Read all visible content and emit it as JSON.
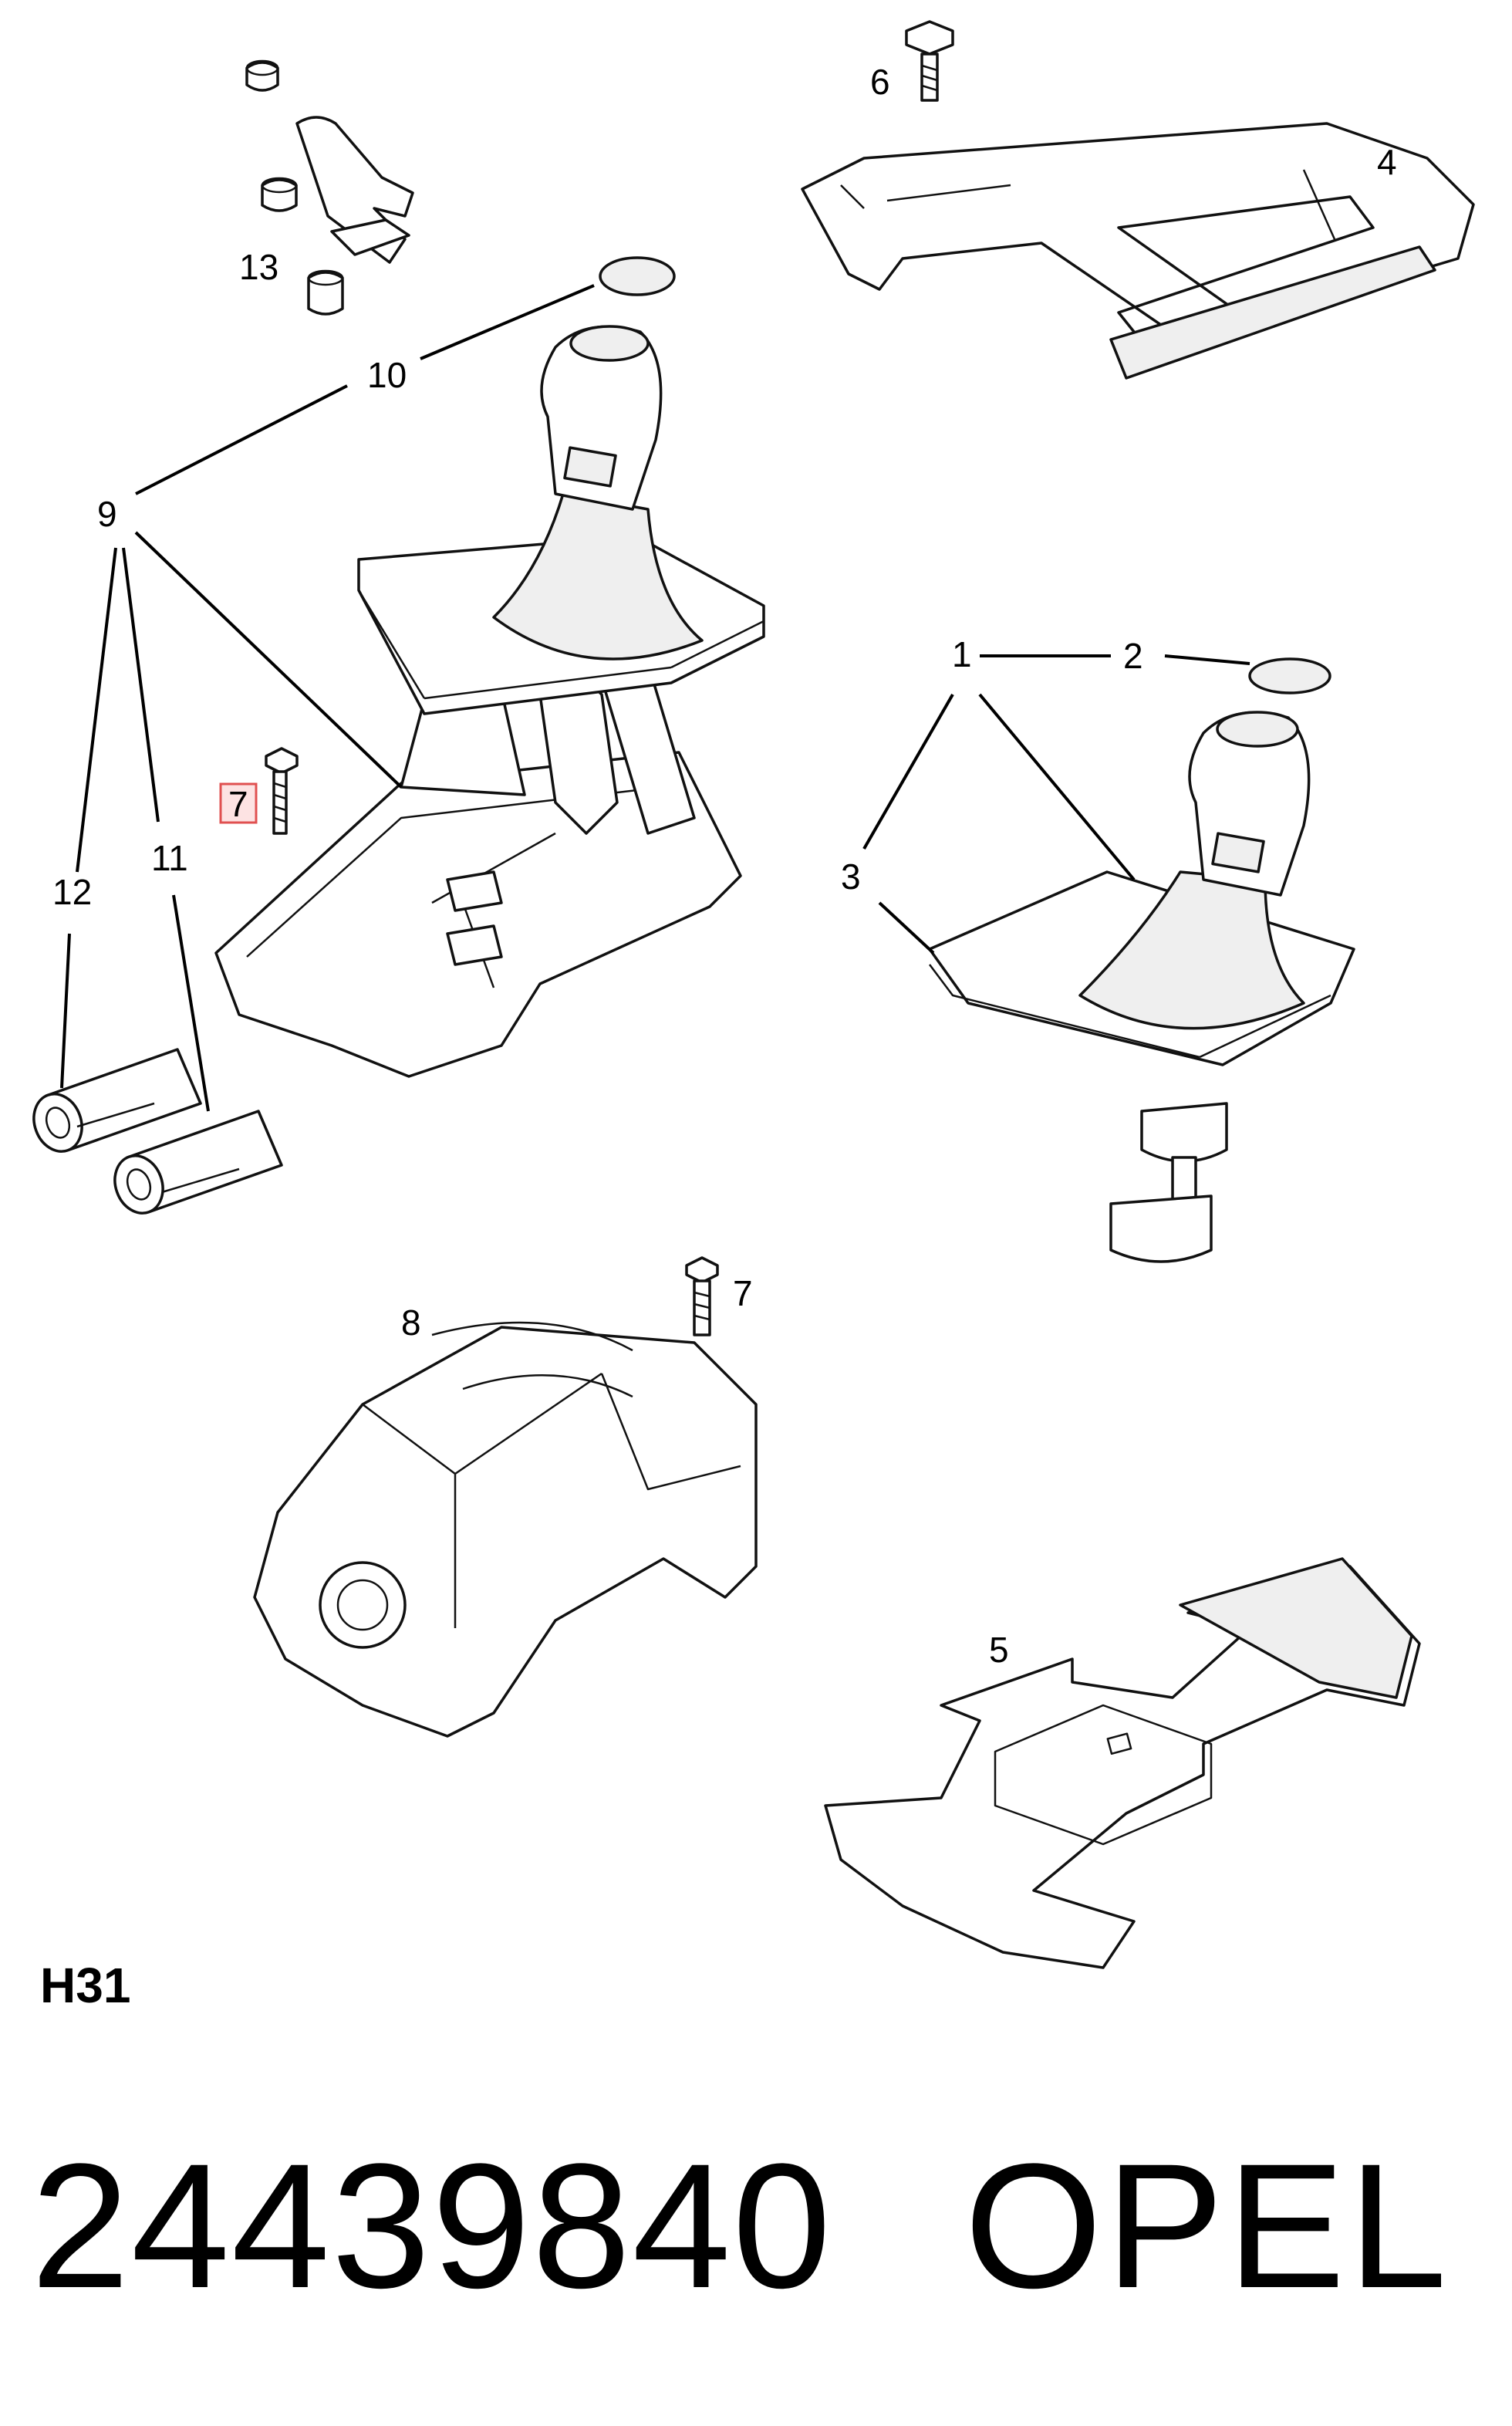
{
  "diagram": {
    "callouts": {
      "c1": "1",
      "c2": "2",
      "c3": "3",
      "c4": "4",
      "c5": "5",
      "c6": "6",
      "c7a": "7",
      "c7b": "7",
      "c8": "8",
      "c9": "9",
      "c10": "10",
      "c11": "11",
      "c12": "12",
      "c13": "13"
    },
    "highlight_color": "#e05050"
  },
  "footer": {
    "section_code": "H31",
    "part_number": "24439840",
    "brand": "OPEL"
  }
}
